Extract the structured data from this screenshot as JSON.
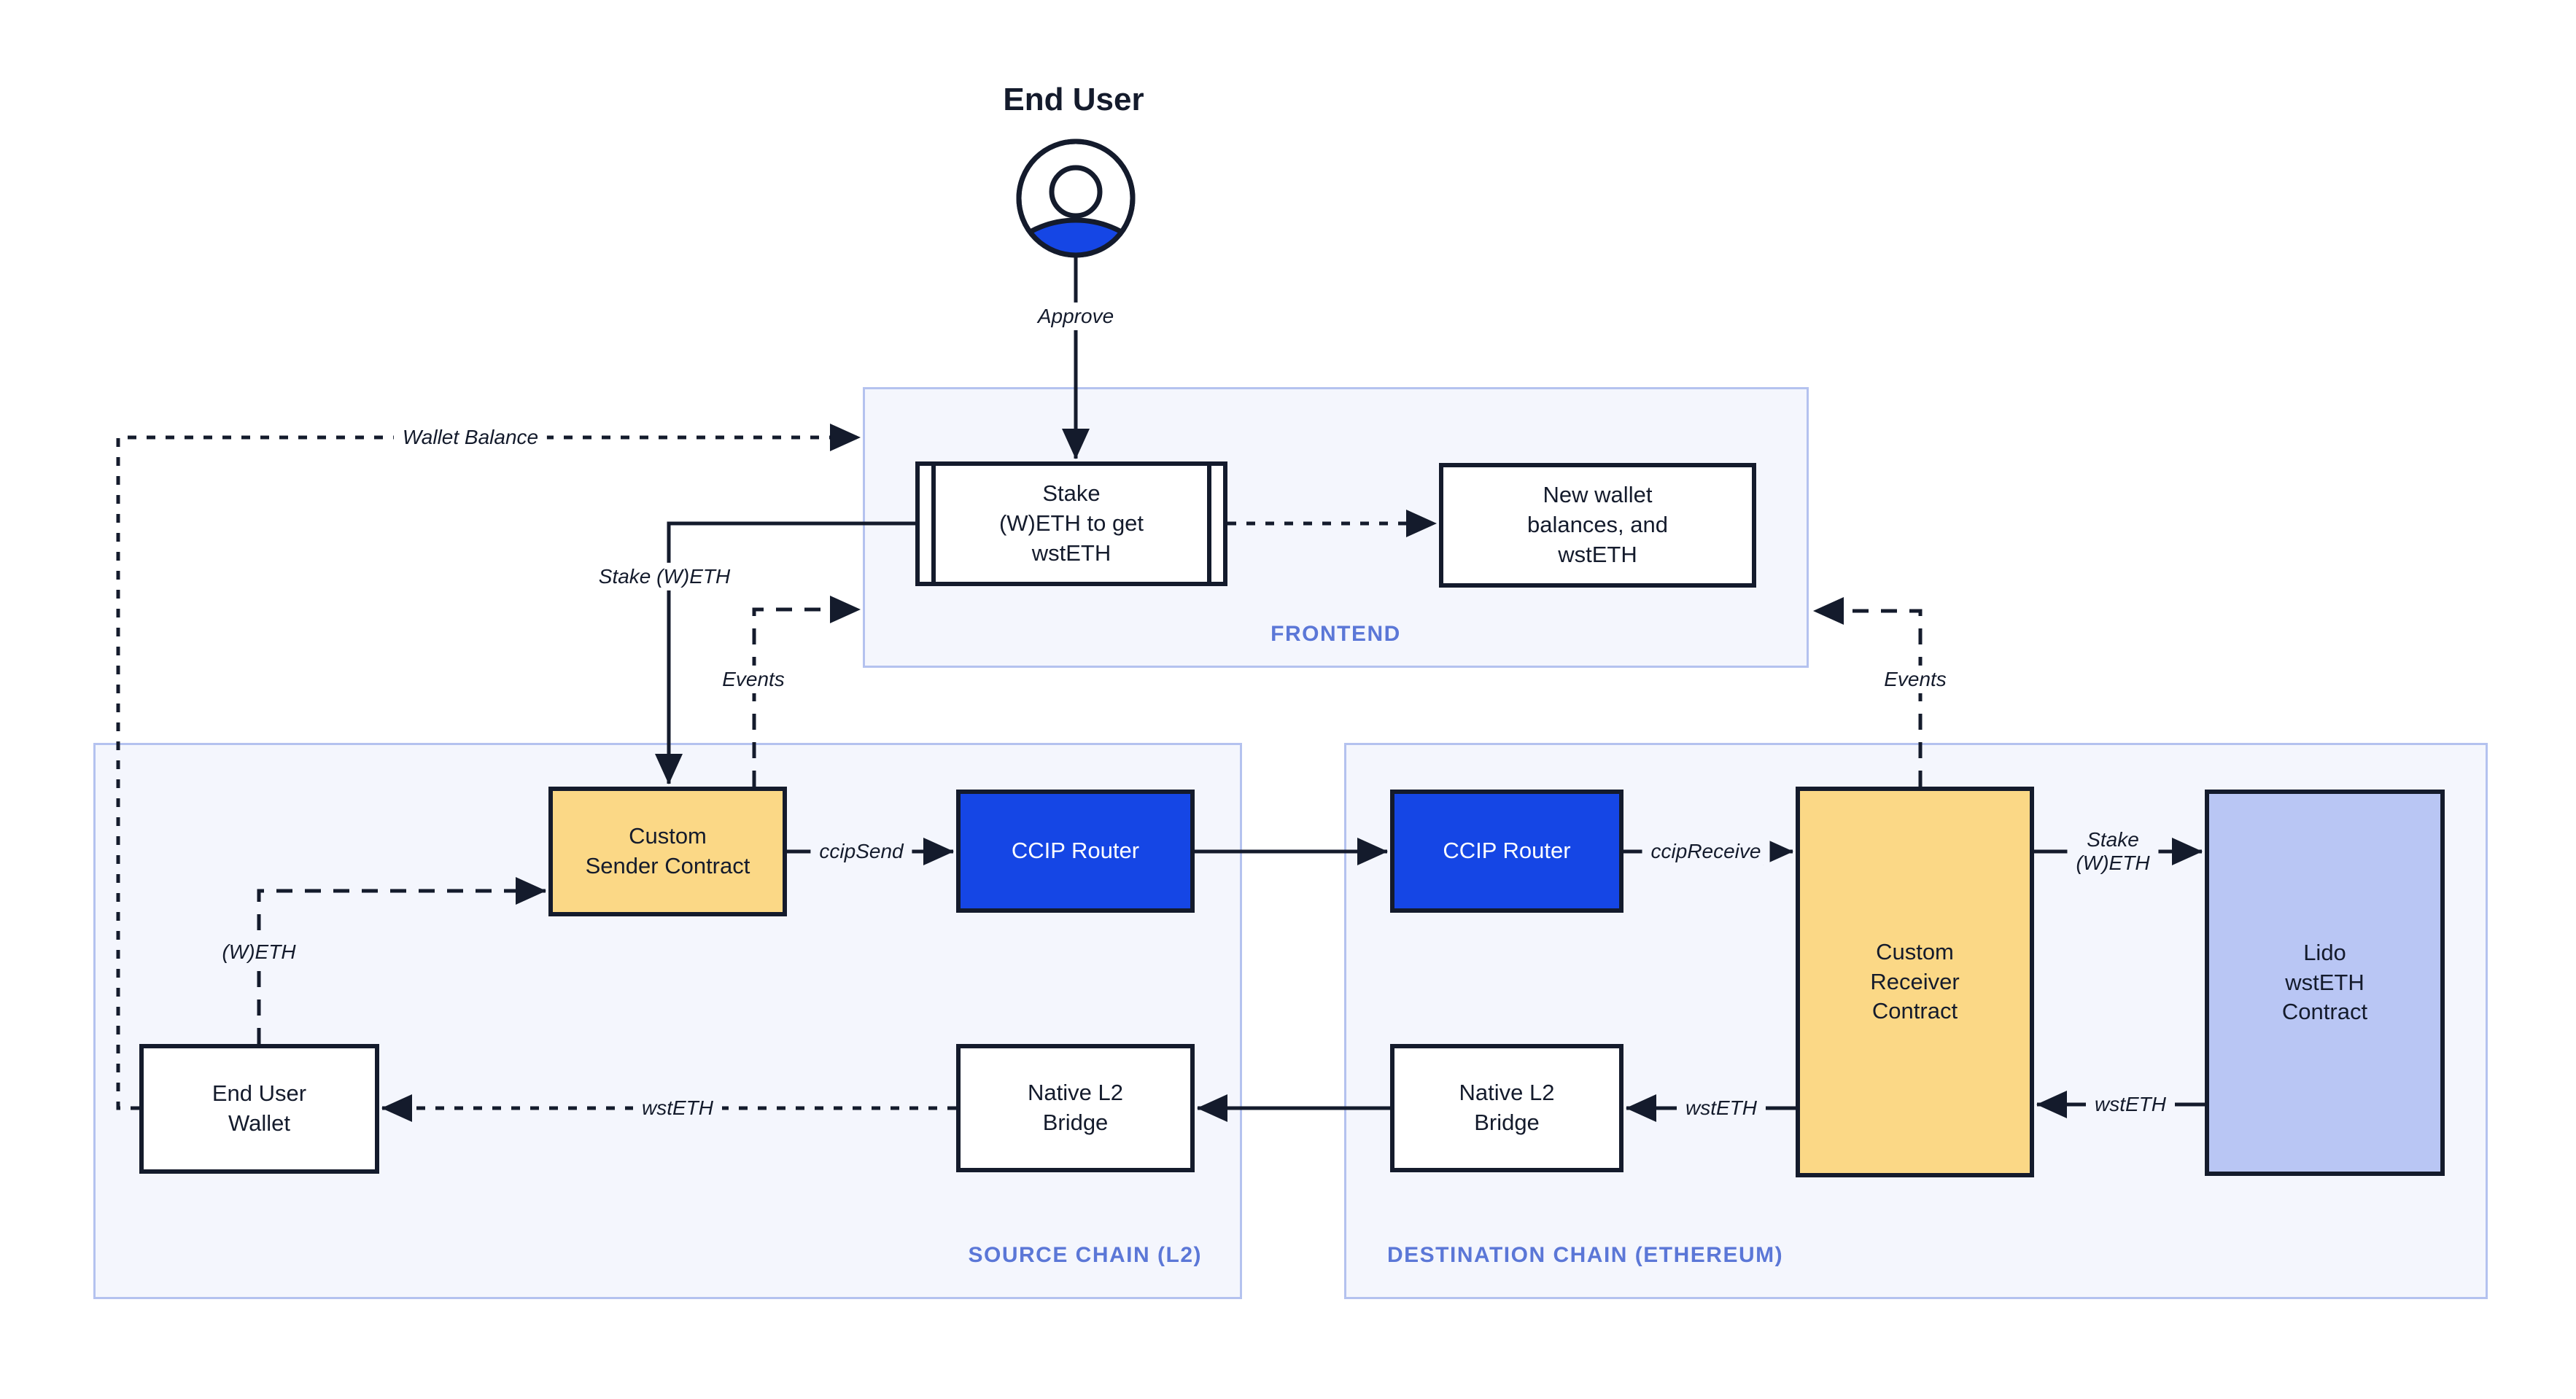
{
  "end_user": {
    "title": "End User"
  },
  "containers": {
    "frontend": {
      "label": "FRONTEND"
    },
    "source_chain": {
      "label": "SOURCE CHAIN (L2)"
    },
    "destination_chain": {
      "label": "DESTINATION CHAIN (ETHEREUM)"
    }
  },
  "nodes": {
    "stake_action": {
      "label": "Stake\n(W)ETH to get\nwstETH"
    },
    "new_wallet": {
      "label": "New wallet\nbalances, and\nwstETH"
    },
    "custom_sender": {
      "label": "Custom\nSender Contract"
    },
    "ccip_router_source": {
      "label": "CCIP Router"
    },
    "ccip_router_destination": {
      "label": "CCIP Router"
    },
    "custom_receiver": {
      "label": "Custom\nReceiver\nContract"
    },
    "lido": {
      "label": "Lido\nwstETH\nContract"
    },
    "end_user_wallet": {
      "label": "End User\nWallet"
    },
    "native_bridge_source": {
      "label": "Native L2\nBridge"
    },
    "native_bridge_destination": {
      "label": "Native L2\nBridge"
    }
  },
  "edge_labels": {
    "approve": "Approve",
    "wallet_balance": "Wallet Balance",
    "stake_weth": "Stake (W)ETH",
    "events_source": "Events",
    "events_destination": "Events",
    "ccip_send": "ccipSend",
    "ccip_receive": "ccipReceive",
    "stake_weth_destination": "Stake\n(W)ETH",
    "weth": "(W)ETH",
    "wsteth_to_wallet": "wstETH",
    "wsteth_bridge": "wstETH",
    "wsteth_lido": "wstETH"
  },
  "colors": {
    "accent_blue": "#1546E5",
    "contract_yellow": "#FBD886",
    "lido_lavender": "#B9C6F4",
    "container_fill": "#F4F6FD",
    "container_border": "#B4C2EF",
    "section_label": "#5B77D7",
    "ink": "#141B2C"
  }
}
